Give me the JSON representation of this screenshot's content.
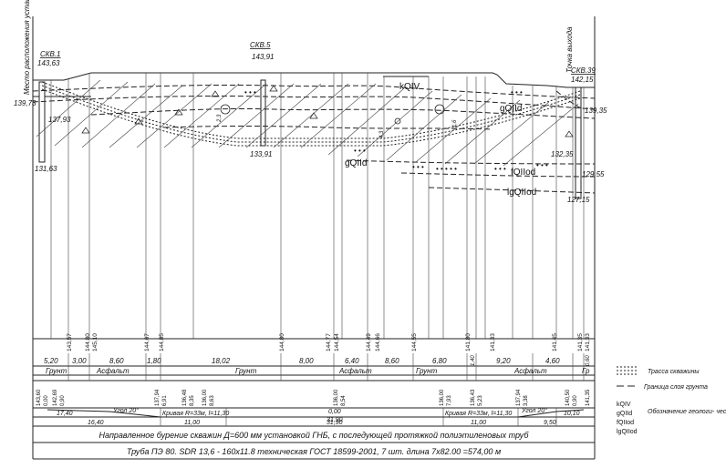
{
  "boreholes": {
    "skv1": {
      "name": "СКВ.1",
      "top": "143,63",
      "bottom": "131,63",
      "level_left": "139,73",
      "level_mid": "137,93"
    },
    "skv5": {
      "name": "СКВ.5",
      "top": "143,91",
      "bottom": "133,91"
    },
    "skv39": {
      "name": "СКВ.39",
      "top": "142,15",
      "level_a": "139,35",
      "level_b": "132,35",
      "level_c": "129,55",
      "bottom": "127,15"
    }
  },
  "points": {
    "hdd_setup": "Место расположения установки ГНБ",
    "exit_point": "Точка выхода"
  },
  "geology_labels": [
    "kQIV",
    "gQIId",
    "gQIId",
    "fQIIod",
    "lgQIIod"
  ],
  "inner_numbers": [
    "2,3",
    "1,6",
    "4,3"
  ],
  "top_marks": [
    "143,57",
    "144,80",
    "145,10",
    "144,67",
    "144,85",
    "144,80",
    "144,77",
    "144,54",
    "144,49",
    "144,66",
    "144,55",
    "141,80",
    "141,33",
    "141,45",
    "141,35",
    "141,33"
  ],
  "distances_row1": [
    "5,20",
    "3,00",
    "8,60",
    "1,80",
    "18,02",
    "8,00",
    "6,40",
    "8,60",
    "6,80",
    "1,40",
    "9,20",
    "4,60",
    "0,60"
  ],
  "surface_row": [
    "Грунт",
    "Асфальт",
    "Грунт",
    "Асфальт",
    "Грунт",
    "Асфальт",
    "Гр"
  ],
  "pipe_marks": [
    "143,60",
    "0,00",
    "142,69",
    "0,90",
    "137,94",
    "6,91",
    "136,48",
    "8,35",
    "136,00",
    "8,63",
    "136,00",
    "8,54",
    "136,00",
    "7,93",
    "136,43",
    "5,23",
    "137,94",
    "3,38",
    "140,50",
    "0,90",
    "141,35"
  ],
  "profile_row": {
    "seg1": "17,40",
    "angle1": "Угол 20°",
    "curve1": "Кривая R=33м, l=11,30",
    "mid_top": "0,00",
    "mid_bottom": "31,90",
    "curve2": "Кривая R=33м, l=11,30",
    "angle2": "Угол 20°",
    "seg_end": "10,10"
  },
  "plan_row": [
    "16,40",
    "11,00",
    "31,90",
    "11,00",
    "9,50"
  ],
  "caption1": "Направленное бурение скважин Д=600 мм установкой ГНБ, с последующей протяжкой полиэтиленовых труб",
  "caption2": "Труба ПЭ 80. SDR 13,6 - 160х11.8  техническая ГОСТ 18599-2001, 7 шт. длина 7х82.00 =574,00 м",
  "legend": {
    "well_route": "Трасса скважины",
    "soil_boundary": "Граница слоя грунта",
    "codes": [
      "kQIV",
      "gQIId",
      "fQIIod",
      "lgQIIod"
    ],
    "codes_note": "Обозначение геологи- ческих элементов"
  }
}
